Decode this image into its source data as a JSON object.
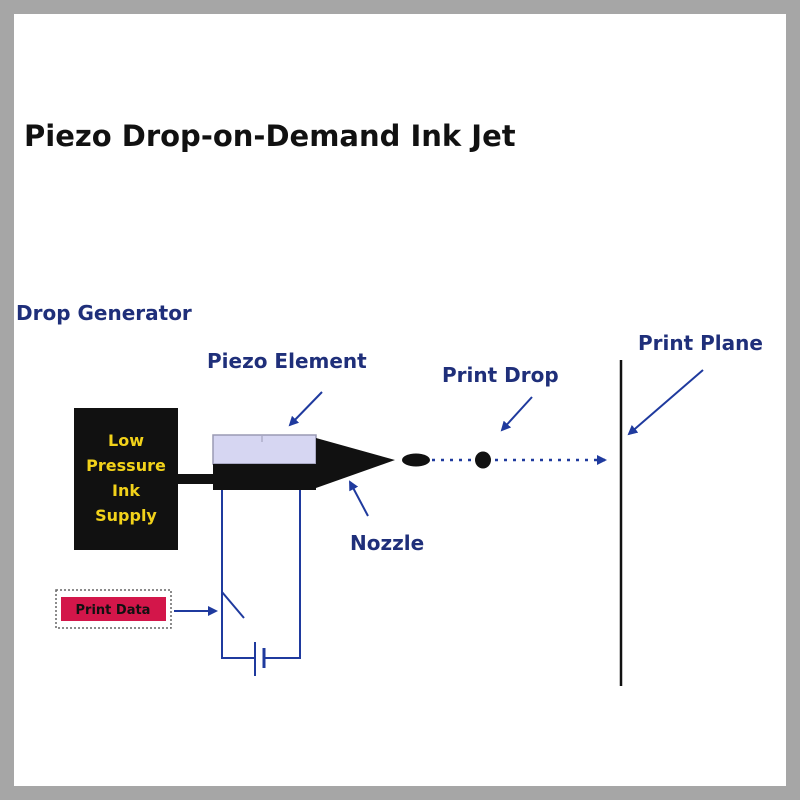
{
  "title": "Piezo Drop-on-Demand Ink Jet",
  "labels": {
    "drop_generator": "Drop Generator",
    "piezo_element": "Piezo Element",
    "print_drop": "Print Drop",
    "print_plane": "Print Plane",
    "nozzle": "Nozzle",
    "print_data": "Print Data"
  },
  "supply_lines": [
    "Low",
    "Pressure",
    "Ink",
    "Supply"
  ],
  "colors": {
    "label_blue": "#1f2f7a",
    "arrow_blue": "#1f3a9e",
    "supply_box": "#111111",
    "supply_text": "#f2d21a",
    "piezo_fill": "#d6d6f2",
    "print_data_fill": "#d3164a"
  }
}
